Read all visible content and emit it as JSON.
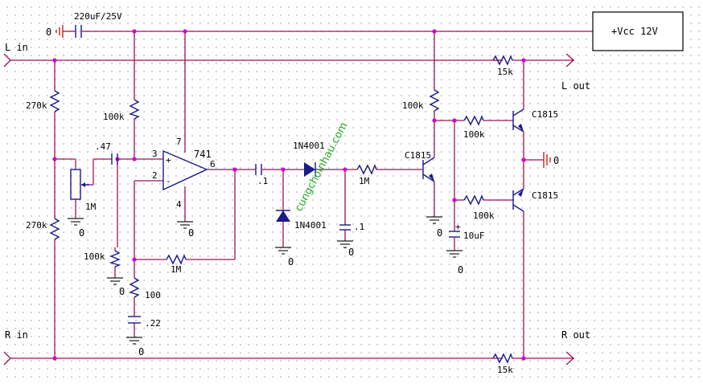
{
  "colors": {
    "wire": "#a0105a",
    "component": "#1a1a8c",
    "junction": "#d400d4",
    "ground_cap": "#cc2222",
    "watermark": "#22aa22"
  },
  "ports": {
    "l_in": "L in",
    "r_in": "R in",
    "l_out": "L out",
    "r_out": "R out"
  },
  "supply": {
    "vcc_label": "+Vcc 12V",
    "cap_value": "220uF/25V",
    "gnd_label": "0"
  },
  "components": {
    "r270k_top": "270k",
    "r270k_bottom": "270k",
    "cap_047": ".47",
    "pot_1m": "1M",
    "r100k_bias": "100k",
    "r100k_pin3": "100k",
    "r100_gain": "100",
    "cap_022": ".22",
    "r1m_feedback": "1M",
    "opamp": "741",
    "pin3": "3",
    "pin2": "2",
    "pin6": "6",
    "pin7": "7",
    "pin4": "4",
    "cap_01_out": ".1",
    "diode_top": "1N4001",
    "diode_bottom": "1N4001",
    "r1m_series": "1M",
    "cap_01_gnd": ".1",
    "r100k_collector": "100k",
    "q_driver": "C1815",
    "r100k_q_top": "100k",
    "r100k_q_bottom": "100k",
    "cap_10uf": "10uF",
    "q_top": "C1815",
    "q_bottom": "C1815",
    "r15k_top": "15k",
    "r15k_bottom": "15k"
  },
  "grounds": {
    "cap_supply": "0",
    "pot": "0",
    "r100k_pin3": "0",
    "opamp_pin4": "0",
    "cap_022": "0",
    "diode": "0",
    "cap_01": "0",
    "q_driver": "0",
    "cap_10uf": "0",
    "transistors": "0"
  },
  "watermark": "cungchoinhau.com"
}
